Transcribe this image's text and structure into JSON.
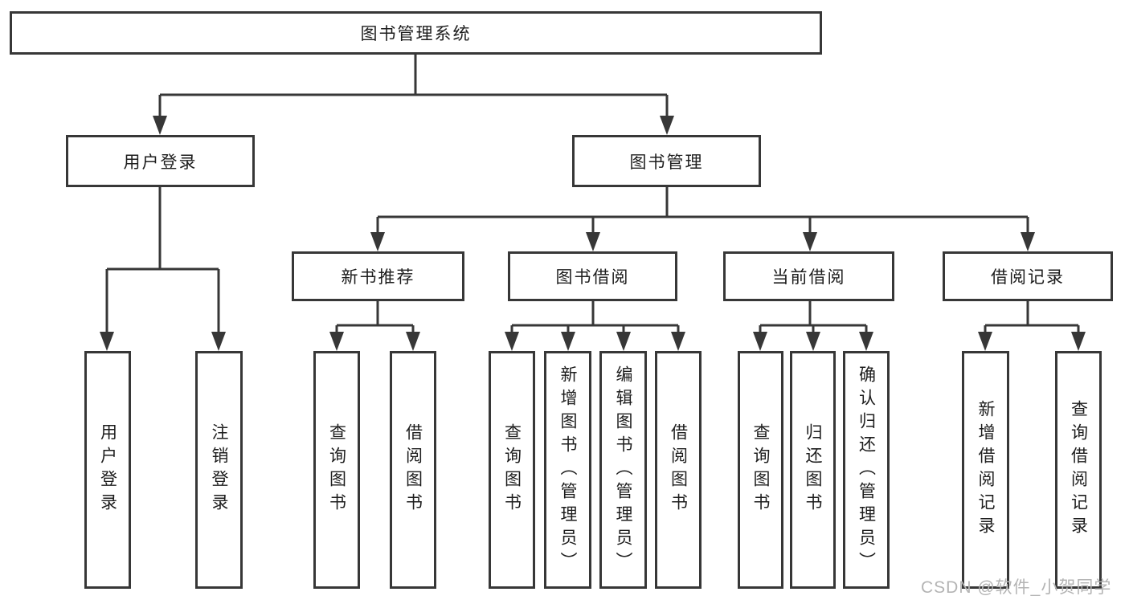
{
  "diagram": {
    "root": {
      "label": "图书管理系统"
    },
    "level1": [
      {
        "id": "user-login",
        "label": "用户登录"
      },
      {
        "id": "book-management",
        "label": "图书管理"
      }
    ],
    "level2": [
      {
        "id": "new-book-recommend",
        "label": "新书推荐",
        "parent": "book-management"
      },
      {
        "id": "book-borrowing",
        "label": "图书借阅",
        "parent": "book-management"
      },
      {
        "id": "current-borrowing",
        "label": "当前借阅",
        "parent": "book-management"
      },
      {
        "id": "borrowing-records",
        "label": "借阅记录",
        "parent": "book-management"
      }
    ],
    "leaves": [
      {
        "id": "user-login-leaf",
        "label": "用户登录",
        "parent": "user-login"
      },
      {
        "id": "logout-leaf",
        "label": "注销登录",
        "parent": "user-login"
      },
      {
        "id": "query-books-recommend",
        "label": "查询图书",
        "parent": "new-book-recommend"
      },
      {
        "id": "borrow-books-recommend",
        "label": "借阅图书",
        "parent": "new-book-recommend"
      },
      {
        "id": "query-books-borrowing",
        "label": "查询图书",
        "parent": "book-borrowing"
      },
      {
        "id": "add-books-admin",
        "label": "新增图书（管理员）",
        "parent": "book-borrowing"
      },
      {
        "id": "edit-books-admin",
        "label": "编辑图书（管理员）",
        "parent": "book-borrowing"
      },
      {
        "id": "borrow-books-borrowing",
        "label": "借阅图书",
        "parent": "book-borrowing"
      },
      {
        "id": "query-books-current",
        "label": "查询图书",
        "parent": "current-borrowing"
      },
      {
        "id": "return-books",
        "label": "归还图书",
        "parent": "current-borrowing"
      },
      {
        "id": "confirm-return-admin",
        "label": "确认归还（管理员）",
        "parent": "current-borrowing"
      },
      {
        "id": "add-borrow-record",
        "label": "新增借阅记录",
        "parent": "borrowing-records"
      },
      {
        "id": "query-borrow-record",
        "label": "查询借阅记录",
        "parent": "borrowing-records"
      }
    ],
    "colors": {
      "line": "#373737",
      "text": "#1d1d1d",
      "box_background": "#ffffff"
    }
  },
  "watermark": {
    "text": "CSDN @软件_小贺同学",
    "color": "#b4b4b4"
  }
}
